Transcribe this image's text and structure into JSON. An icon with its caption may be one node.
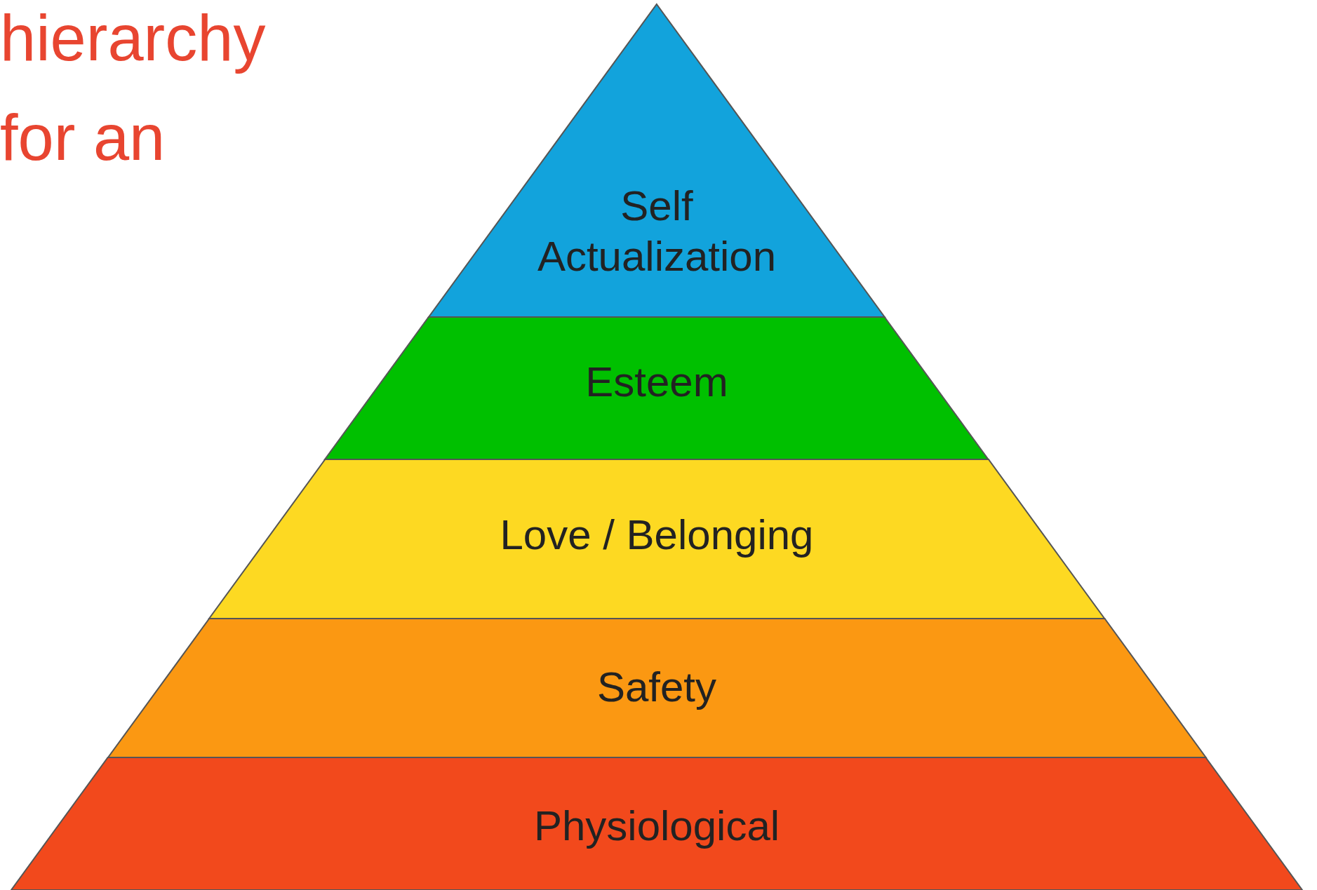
{
  "diagram": {
    "nodes": [
      {
        "text": [
          "Self Actualization"
        ]
      },
      {
        "text": [
          "Esteem"
        ]
      },
      {
        "text": [
          "Love / Belonging"
        ]
      },
      {
        "text": [
          "Safety"
        ]
      },
      {
        "text": [
          "Physiological"
        ]
      }
    ],
    "labels": [
      "hierarchy",
      "for an"
    ]
  }
}
